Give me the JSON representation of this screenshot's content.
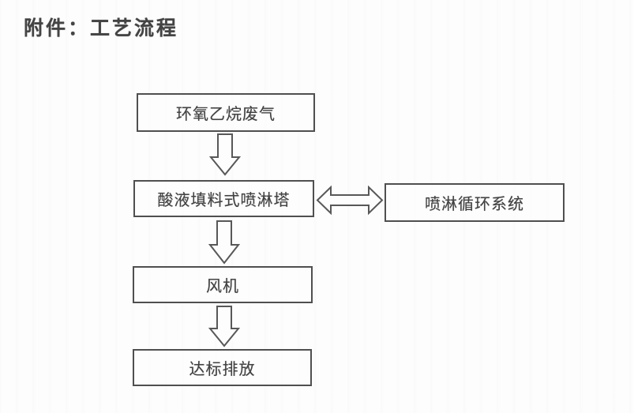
{
  "page": {
    "title": "附件：工艺流程",
    "background_color": "#fdfdfd",
    "ink_color": "#4f4f4f"
  },
  "flowchart": {
    "nodes": [
      {
        "id": "exhaust-gas",
        "label": "环氧乙烷废气"
      },
      {
        "id": "spray-tower",
        "label": "酸液填料式喷淋塔"
      },
      {
        "id": "spray-circulation-system",
        "label": "喷淋循环系统"
      },
      {
        "id": "fan",
        "label": "风机"
      },
      {
        "id": "compliant-discharge",
        "label": "达标排放"
      }
    ],
    "connectors": [
      {
        "type": "down-block-arrow",
        "from": "环氧乙烷废气",
        "to": "酸液填料式喷淋塔"
      },
      {
        "type": "double-headed-block-arrow",
        "from": "酸液填料式喷淋塔",
        "to": "喷淋循环系统"
      },
      {
        "type": "down-block-arrow",
        "from": "酸液填料式喷淋塔",
        "to": "风机"
      },
      {
        "type": "down-block-arrow",
        "from": "风机",
        "to": "达标排放"
      }
    ]
  }
}
